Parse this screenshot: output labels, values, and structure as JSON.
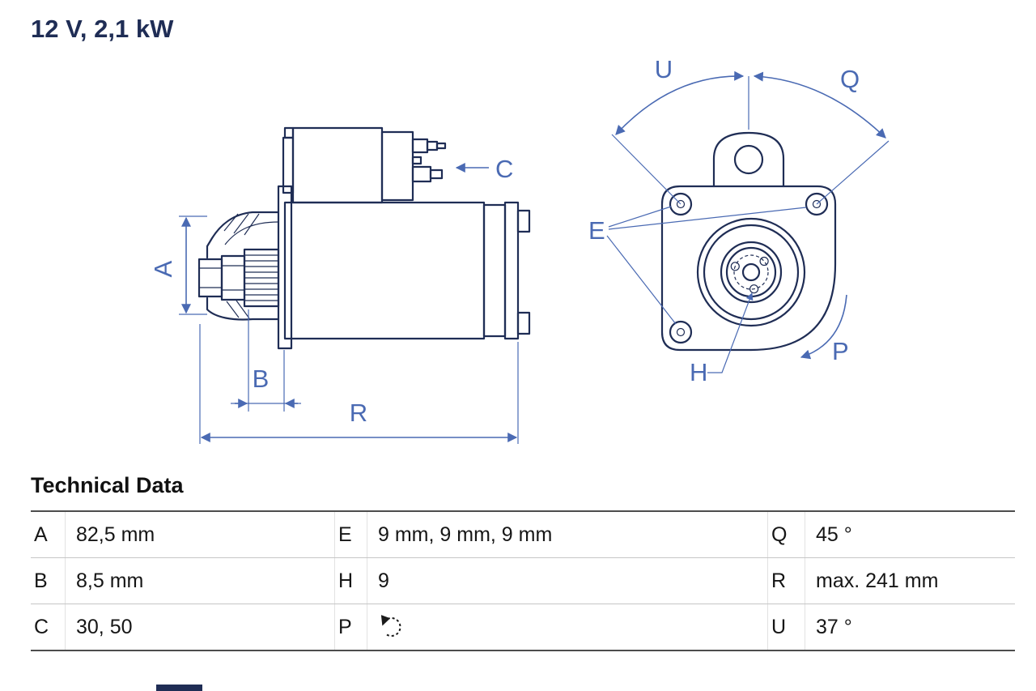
{
  "title": "12 V, 2,1 kW",
  "colors": {
    "outline": "#1f2d55",
    "dimension": "#4a6ab3",
    "text": "#161616"
  },
  "drawing": {
    "labels": {
      "a": "A",
      "b": "B",
      "c": "C",
      "r": "R",
      "u": "U",
      "q": "Q",
      "e": "E",
      "h": "H",
      "p": "P"
    }
  },
  "technical_data": {
    "heading": "Technical Data",
    "rows": [
      {
        "c1": {
          "key": "A",
          "value": "82,5 mm"
        },
        "c2": {
          "key": "E",
          "value": "9 mm, 9 mm, 9 mm"
        },
        "c3": {
          "key": "Q",
          "value": "45 °"
        }
      },
      {
        "c1": {
          "key": "B",
          "value": "8,5 mm"
        },
        "c2": {
          "key": "H",
          "value": "9"
        },
        "c3": {
          "key": "R",
          "value": "max. 241 mm"
        }
      },
      {
        "c1": {
          "key": "C",
          "value": "30, 50"
        },
        "c2": {
          "key": "P",
          "value": "",
          "icon": "rotation-ccw"
        },
        "c3": {
          "key": "U",
          "value": "37 °"
        }
      }
    ]
  }
}
